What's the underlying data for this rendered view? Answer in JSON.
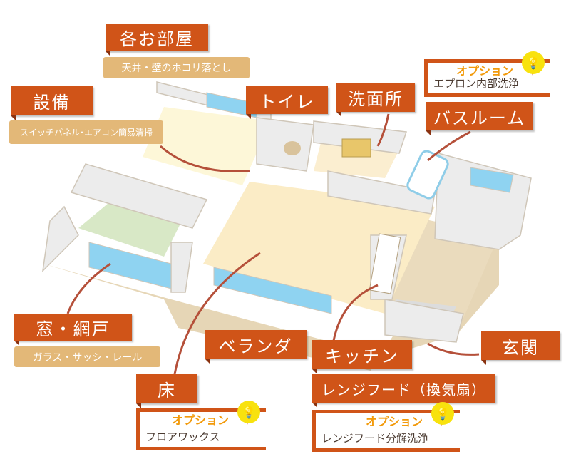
{
  "labels": {
    "rooms": "各お部屋",
    "rooms_sub": "天井・壁のホコリ落とし",
    "equipment": "設備",
    "equipment_sub": "スイッチパネル･エアコン簡易清掃",
    "toilet": "トイレ",
    "washroom": "洗面所",
    "bathroom": "バスルーム",
    "window": "窓・網戸",
    "window_sub": "ガラス・サッシ・レール",
    "veranda": "ベランダ",
    "kitchen": "キッチン",
    "entrance": "玄関",
    "floor": "床",
    "range_hood": "レンジフード（換気扇）"
  },
  "options": {
    "tag": "オプション",
    "apron": "エプロン内部洗浄",
    "floor_wax": "フロアワックス",
    "range_hood_wash": "レンジフード分解洗浄",
    "icon": "lightbulb-icon"
  },
  "colors": {
    "label_bg": "#d05418",
    "sub_bg": "#e3b878",
    "option_tag": "#f29a0b",
    "arrow": "#b5503a"
  }
}
